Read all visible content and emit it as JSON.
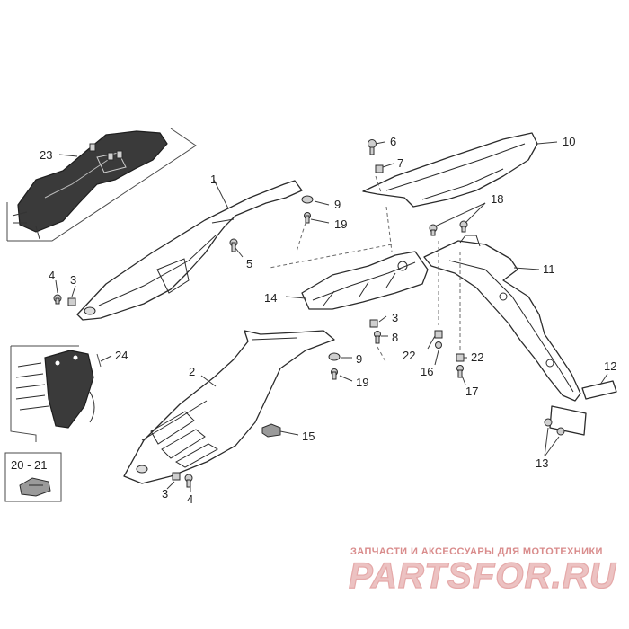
{
  "callouts": {
    "c1": "1",
    "c2": "2",
    "c3a": "3",
    "c3b": "3",
    "c3c": "3",
    "c4a": "4",
    "c4b": "4",
    "c5": "5",
    "c6": "6",
    "c7": "7",
    "c8": "8",
    "c9a": "9",
    "c9b": "9",
    "c10": "10",
    "c11": "11",
    "c12": "12",
    "c13": "13",
    "c14": "14",
    "c15": "15",
    "c16": "16",
    "c17": "17",
    "c18": "18",
    "c19a": "19",
    "c19b": "19",
    "c2021": "20 - 21",
    "c22a": "22",
    "c22b": "22",
    "c23": "23",
    "c24": "24"
  },
  "watermark": {
    "subtitle": "ЗАПЧАСТИ И АКСЕССУАРЫ ДЛЯ МОТОТЕХНИКИ",
    "logo": "PARTSFOR.RU"
  }
}
